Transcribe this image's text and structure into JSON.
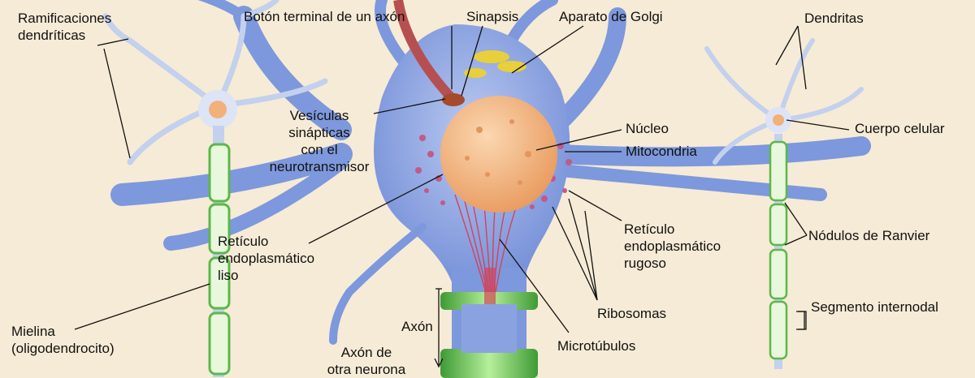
{
  "labels": {
    "ramificaciones": "Ramificaciones\ndendríticas",
    "boton_terminal": "Botón terminal de un axón",
    "sinapsis": "Sinapsis",
    "golgi": "Aparato de Golgi",
    "dendritas": "Dendritas",
    "vesiculas": "Vesículas\nsinápticas\ncon el\nneurotransmisor",
    "nucleo": "Núcleo",
    "cuerpo_celular": "Cuerpo celular",
    "mitocondria": "Mitocondria",
    "reticulo_liso": "Retículo\nendoplasmático\nliso",
    "reticulo_rugoso": "Retículo\nendoplasmático\nrugoso",
    "nodulos": "Nódulos de Ranvier",
    "segmento": "Segmento internodal",
    "ribosomas": "Ribosomas",
    "mielina": "Mielina\n(oligodendrocito)",
    "axon": "Axón",
    "axon_otra": "Axón de\notra neurona",
    "microtubulos": "Microtúbulos"
  },
  "colors": {
    "background": "#f6ebd6",
    "neuron_body": "#7d98dc",
    "neuron_light": "#b7c7ee",
    "myelin": "#6fc85c",
    "nucleus": "#f2b07a",
    "leader_line": "#111111"
  }
}
